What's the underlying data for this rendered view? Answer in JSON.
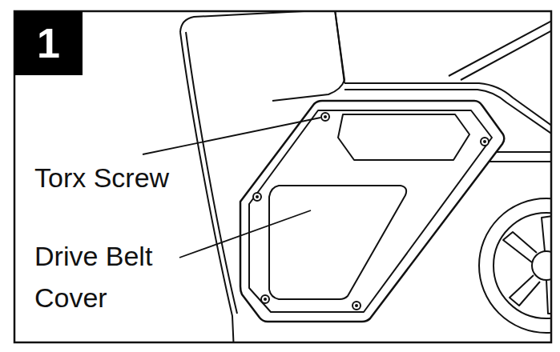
{
  "diagram": {
    "nodes": [
      {
        "text": [
          "1"
        ]
      }
    ],
    "labels": [
      "Torx Screw",
      "Drive Belt Cover"
    ]
  }
}
